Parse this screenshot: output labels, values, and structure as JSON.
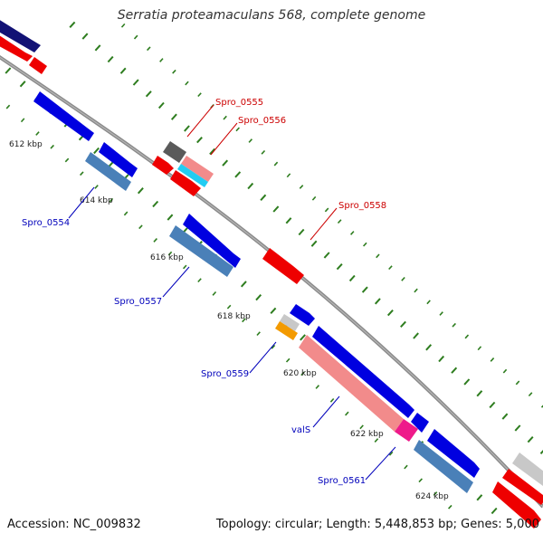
{
  "title": "Serratia proteamaculans 568, complete genome",
  "accession": "Accession: NC_009832",
  "summary": "Topology: circular; Length: 5,448,853 bp; Genes: 5,000",
  "colors": {
    "backbone": "#8a8a8a",
    "tick": "#2e7d1f",
    "label_forward": "#cc0000",
    "label_reverse": "#0000bb",
    "cds_blue": "#0000e0",
    "cds_steel": "#4a80b8",
    "cds_red": "#ee0000",
    "cds_pink": "#f28b8b",
    "cds_cyan": "#22ccf2",
    "cds_gray": "#5a5a5a",
    "cds_lightgray": "#c8c8c8",
    "cds_orange": "#f39a00",
    "cds_magenta": "#ee1a8a",
    "cds_navy": "#121275"
  },
  "kbp_labels": [
    "612 kbp",
    "614 kbp",
    "616 kbp",
    "618 kbp",
    "620 kbp",
    "622 kbp",
    "624 kbp"
  ],
  "gene_labels": [
    "Spro_0555",
    "Spro_0556",
    "Spro_0558",
    "Spro_0554",
    "Spro_0557",
    "Spro_0559",
    "valS",
    "Spro_0561"
  ]
}
